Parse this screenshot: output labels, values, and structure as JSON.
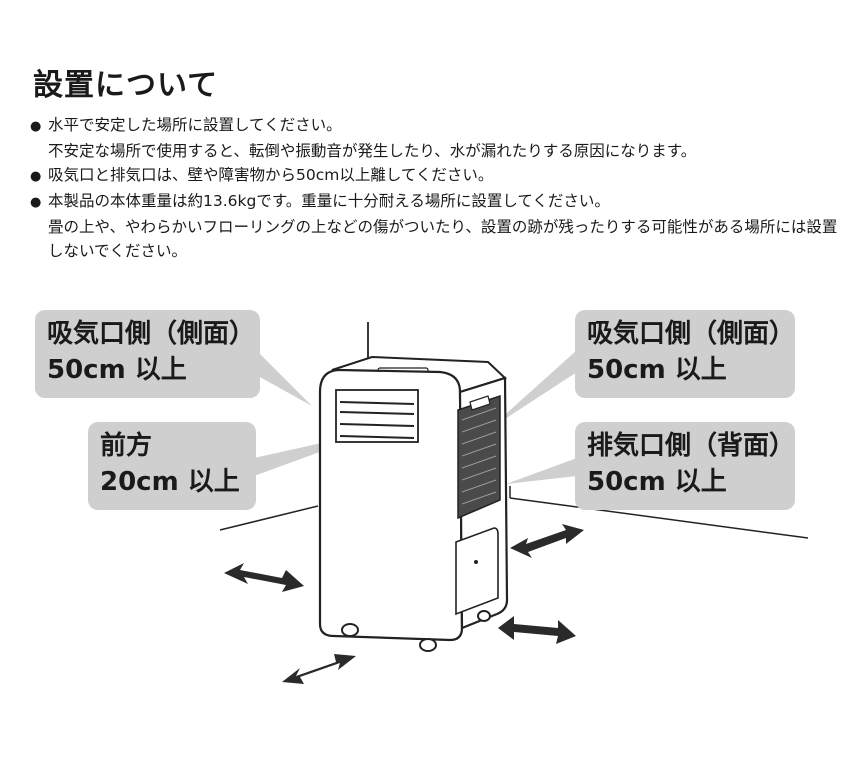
{
  "title": "設置について",
  "bullet_glyph": "●",
  "notes": {
    "n1_a": "水平で安定した場所に設置してください。",
    "n1_b": "不安定な場所で使用すると、転倒や振動音が発生したり、水が漏れたりする原因になります。",
    "n2_a": "吸気口と排気口は、壁や障害物から50cm以上離してください。",
    "n3_a": "本製品の本体重量は約13.6kgです。重量に十分耐える場所に設置してください。",
    "n3_b": "畳の上や、やわらかいフローリングの上などの傷がついたり、設置の跡が残ったりする可能性がある場所には設置しないでください。"
  },
  "labels": {
    "left_side_1": "吸気口側（側面）",
    "left_side_2": "50cm 以上",
    "front_1": "前方",
    "front_2": "20cm 以上",
    "right_side_1": "吸気口側（側面）",
    "right_side_2": "50cm 以上",
    "back_1": "排気口側（背面）",
    "back_2": "50cm 以上"
  },
  "colors": {
    "label_bg": "#cfcfcf",
    "ink": "#1a1a1a",
    "arrow": "#2a2a2a"
  }
}
